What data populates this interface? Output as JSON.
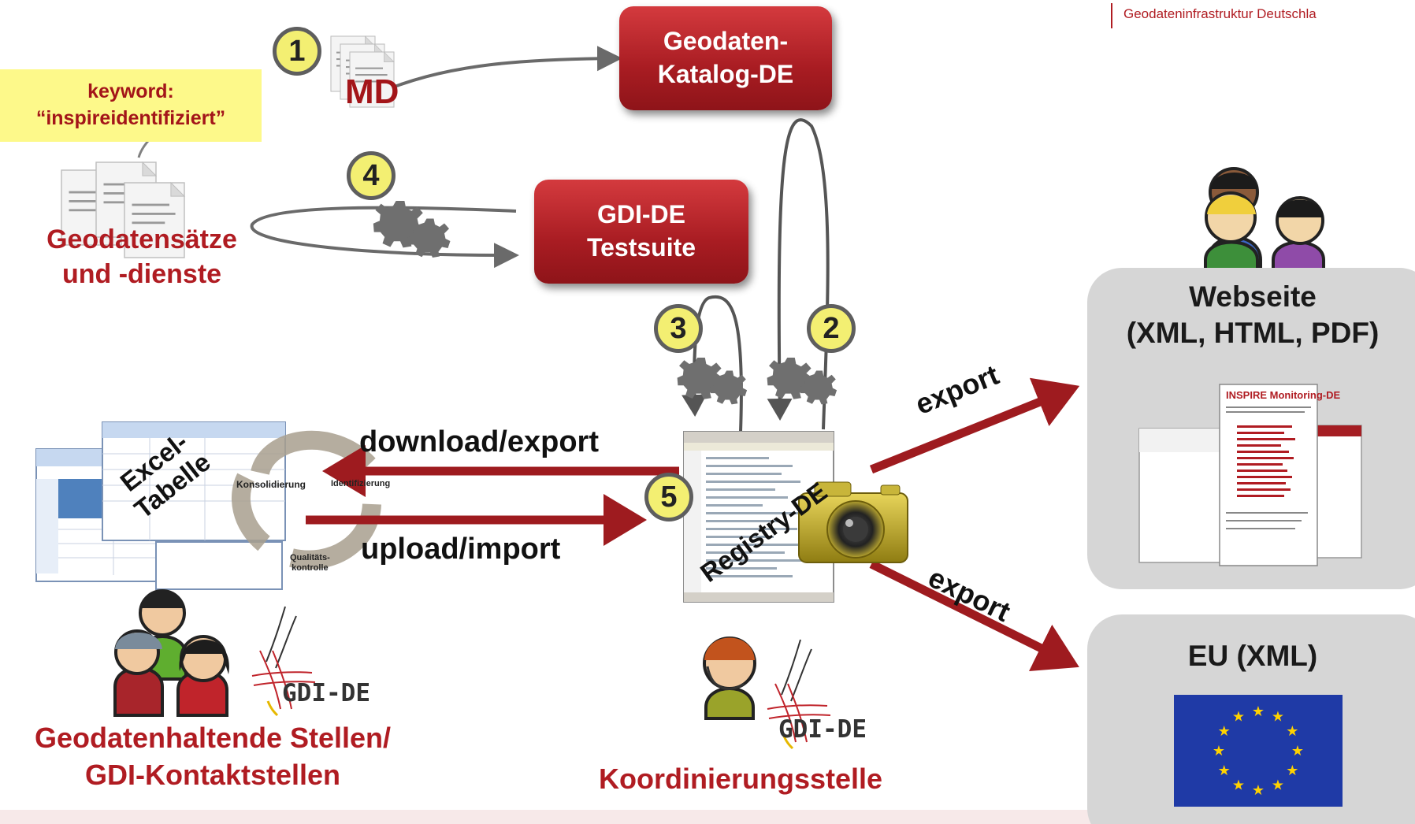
{
  "header": {
    "org": "Geodateninfrastruktur Deutschla"
  },
  "boxes": {
    "catalog": {
      "line1": "Geodaten-",
      "line2": "Katalog-DE"
    },
    "testsuite": {
      "line1": "GDI-DE",
      "line2": "Testsuite"
    }
  },
  "keyword": {
    "line1": "keyword:",
    "line2": "“inspireidentifiziert”"
  },
  "md_label": "MD",
  "datasets": {
    "line1": "Geodatensätze",
    "line2": "und -dienste"
  },
  "steps": [
    "1",
    "2",
    "3",
    "4",
    "5"
  ],
  "flows": {
    "download": "download/export",
    "upload": "upload/import",
    "export_top": "export",
    "export_bottom": "export"
  },
  "excel": {
    "label_line1": "Excel-",
    "label_line2": "Tabelle",
    "cycle_konsolidierung": "Konsolidierung",
    "cycle_identifizierung": "Identifizierung",
    "cycle_qualitaet_1": "Qualitäts-",
    "cycle_qualitaet_2": "kontrolle"
  },
  "registry_label": "Registry-DE",
  "gdi_logo_text": "GDI-DE",
  "left_group": {
    "line1": "Geodatenhaltende Stellen/",
    "line2": "GDI-Kontaktstellen"
  },
  "center_group": "Koordinierungsstelle",
  "web_panel": {
    "line1": "Webseite",
    "line2": "(XML, HTML, PDF)"
  },
  "eu_panel": {
    "title": "EU (XML)"
  },
  "website_thumb_title": "INSPIRE Monitoring-DE",
  "colors": {
    "brand_red": "#b01c22",
    "arrow_red": "#9e1b1f",
    "badge_yellow": "#f3ef72",
    "note_yellow": "#fdf98a",
    "eu_blue": "#1f3aa6",
    "eu_star": "#ffd200"
  }
}
